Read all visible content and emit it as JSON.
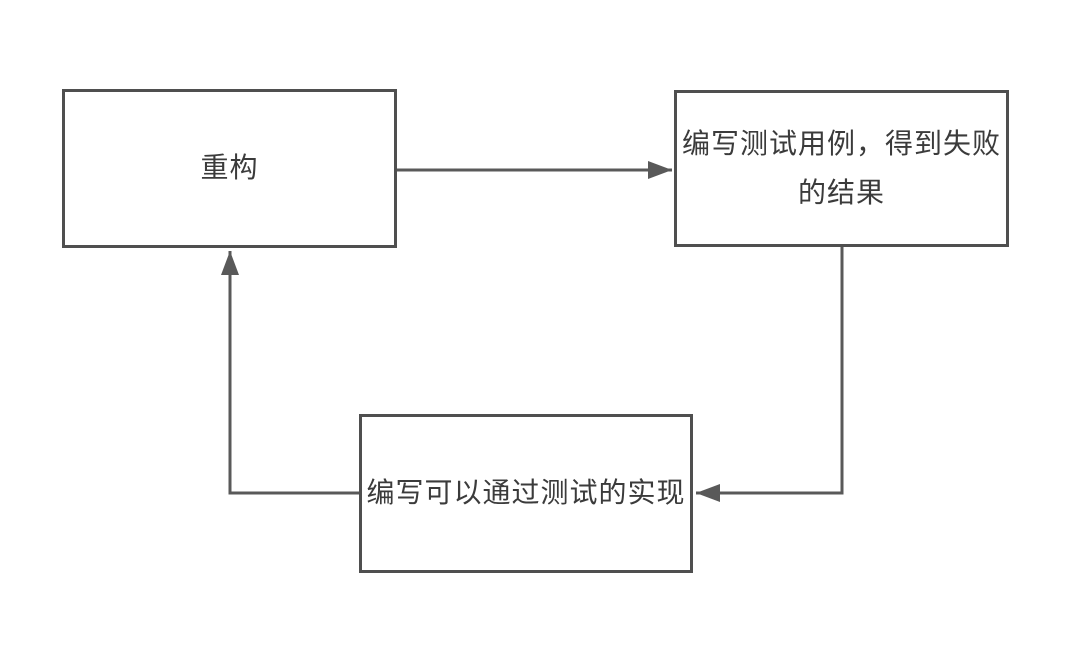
{
  "diagram": {
    "description": "TDD cycle flowchart",
    "background_color": "#ffffff",
    "line_color": "#595959",
    "box_border_color": "#4f4f4f",
    "text_color": "#3b3b3b",
    "nodes": [
      {
        "id": "refactor",
        "label": "重构",
        "lines": [
          "重构"
        ]
      },
      {
        "id": "write-failing-test",
        "label": "编写测试用例，得到失败的结果",
        "lines": [
          "编写测试用例，得到失败",
          "的结果"
        ]
      },
      {
        "id": "write-passing-implementation",
        "label": "编写可以通过测试的实现",
        "lines": [
          "编写可以通过测试的实现"
        ]
      }
    ],
    "edges": [
      {
        "from": "refactor",
        "to": "write-failing-test",
        "shape": "straight-right"
      },
      {
        "from": "write-failing-test",
        "to": "write-passing-implementation",
        "shape": "down-then-left"
      },
      {
        "from": "write-passing-implementation",
        "to": "refactor",
        "shape": "left-then-up"
      }
    ]
  }
}
